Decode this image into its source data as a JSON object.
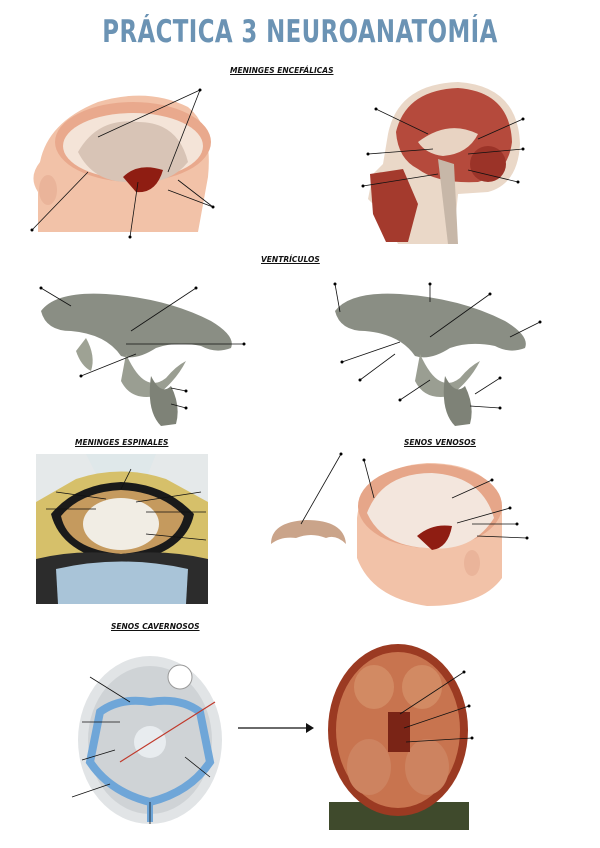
{
  "title": "PRÁCTICA 3 NEUROANATOMÍA",
  "sections": {
    "meninges_encefalicas": "MENINGES ENCEFÁLICAS",
    "ventriculos": "VENTRÍCULOS",
    "meninges_espinales": "MENINGES ESPINALES",
    "senos_venosos": "SENOS VENOSOS",
    "senos_cavernosos": "SENOS CAVERNOSOS"
  },
  "colors": {
    "title": "#6b93b4",
    "skin": "#f2c2a8",
    "brain": "#d9b79b",
    "ventricle": "#8a8e84",
    "sinus_blue": "#6fa6d8",
    "cranial_base": "#c0704a"
  }
}
